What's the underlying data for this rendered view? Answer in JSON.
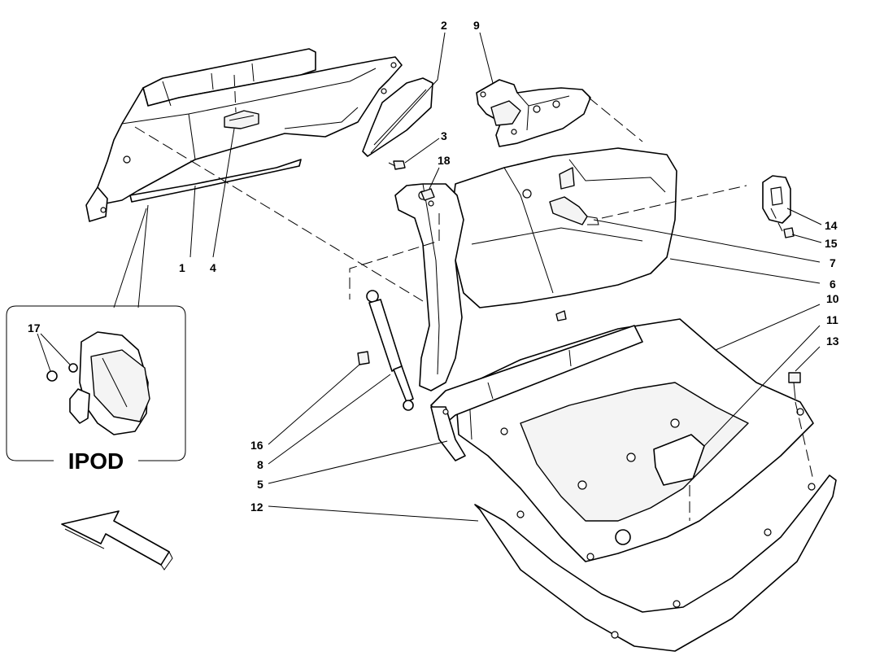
{
  "callouts": [
    {
      "id": "c1",
      "label": "1"
    },
    {
      "id": "c2",
      "label": "2"
    },
    {
      "id": "c3",
      "label": "3"
    },
    {
      "id": "c4",
      "label": "4"
    },
    {
      "id": "c5",
      "label": "5"
    },
    {
      "id": "c6",
      "label": "6"
    },
    {
      "id": "c7",
      "label": "7"
    },
    {
      "id": "c8",
      "label": "8"
    },
    {
      "id": "c9",
      "label": "9"
    },
    {
      "id": "c10",
      "label": "10"
    },
    {
      "id": "c11",
      "label": "11"
    },
    {
      "id": "c12",
      "label": "12"
    },
    {
      "id": "c13",
      "label": "13"
    },
    {
      "id": "c14",
      "label": "14"
    },
    {
      "id": "c15",
      "label": "15"
    },
    {
      "id": "c16",
      "label": "16"
    },
    {
      "id": "c17",
      "label": "17"
    },
    {
      "id": "c18",
      "label": "18"
    }
  ],
  "inset": {
    "title": "IPOD"
  },
  "icons": {
    "direction": "direction-arrow-icon"
  },
  "colors": {
    "line": "#000000",
    "background": "#ffffff"
  }
}
